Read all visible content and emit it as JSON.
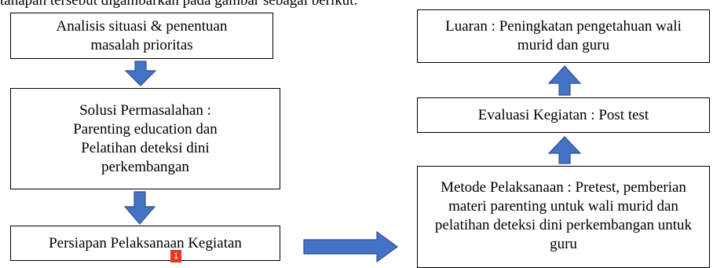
{
  "intro_text": "tahapan tersebut digambarkan pada gambar sebagai berikut:",
  "left_column": {
    "step1": "Analisis situasi & penentuan masalah prioritas",
    "step2": "Solusi Permasalahan : Parenting education dan Pelatihan deteksi dini perkembangan",
    "step3": "Persiapan Pelaksanaan Kegiatan"
  },
  "right_column": {
    "method": "Metode Pelaksanaan : Pretest, pemberian materi parenting untuk wali murid dan pelatihan deteksi dini perkembangan untuk guru",
    "evaluation": "Evaluasi Kegiatan : Post test",
    "output": "Luaran : Peningkatan pengetahuan wali murid dan guru"
  },
  "note_marker": "1",
  "colors": {
    "arrow_fill": "#4472c4",
    "arrow_stroke": "#2f528f",
    "box_border": "#000000",
    "note_marker": "#e8391f"
  }
}
